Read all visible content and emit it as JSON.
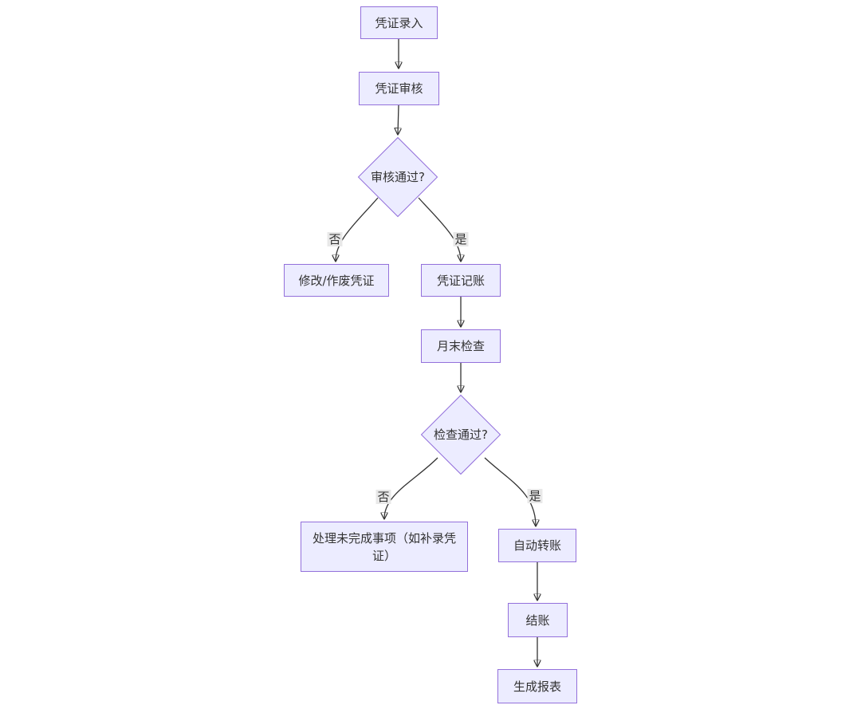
{
  "diagram": {
    "type": "flowchart",
    "direction": "top-down",
    "colors": {
      "background": "#ffffff",
      "node_fill": "#ECECFF",
      "node_border": "#9370DB",
      "text_color": "#333333",
      "edge_color": "#333333",
      "edge_label_bg": "#e8e8e8"
    },
    "nodes": [
      {
        "id": "voucher-entry",
        "shape": "rect",
        "label": "凭证录入"
      },
      {
        "id": "voucher-review",
        "shape": "rect",
        "label": "凭证审核"
      },
      {
        "id": "review-passed",
        "shape": "diamond",
        "label": "审核通过?"
      },
      {
        "id": "modify-void-voucher",
        "shape": "rect",
        "label": "修改/作废凭证"
      },
      {
        "id": "voucher-posting",
        "shape": "rect",
        "label": "凭证记账"
      },
      {
        "id": "month-end-check",
        "shape": "rect",
        "label": "月末检查"
      },
      {
        "id": "check-passed",
        "shape": "diamond",
        "label": "检查通过?"
      },
      {
        "id": "handle-pending-items",
        "shape": "rect",
        "label": "处理未完成事项（如补录凭证）"
      },
      {
        "id": "auto-transfer",
        "shape": "rect",
        "label": "自动转账"
      },
      {
        "id": "closing",
        "shape": "rect",
        "label": "结账"
      },
      {
        "id": "generate-reports",
        "shape": "rect",
        "label": "生成报表"
      }
    ],
    "edges": [
      {
        "from": "voucher-entry",
        "to": "voucher-review",
        "label": ""
      },
      {
        "from": "voucher-review",
        "to": "review-passed",
        "label": ""
      },
      {
        "from": "review-passed",
        "to": "modify-void-voucher",
        "label": "否"
      },
      {
        "from": "review-passed",
        "to": "voucher-posting",
        "label": "是"
      },
      {
        "from": "voucher-posting",
        "to": "month-end-check",
        "label": ""
      },
      {
        "from": "month-end-check",
        "to": "check-passed",
        "label": ""
      },
      {
        "from": "check-passed",
        "to": "handle-pending-items",
        "label": "否"
      },
      {
        "from": "check-passed",
        "to": "auto-transfer",
        "label": "是"
      },
      {
        "from": "auto-transfer",
        "to": "closing",
        "label": ""
      },
      {
        "from": "closing",
        "to": "generate-reports",
        "label": ""
      }
    ]
  }
}
